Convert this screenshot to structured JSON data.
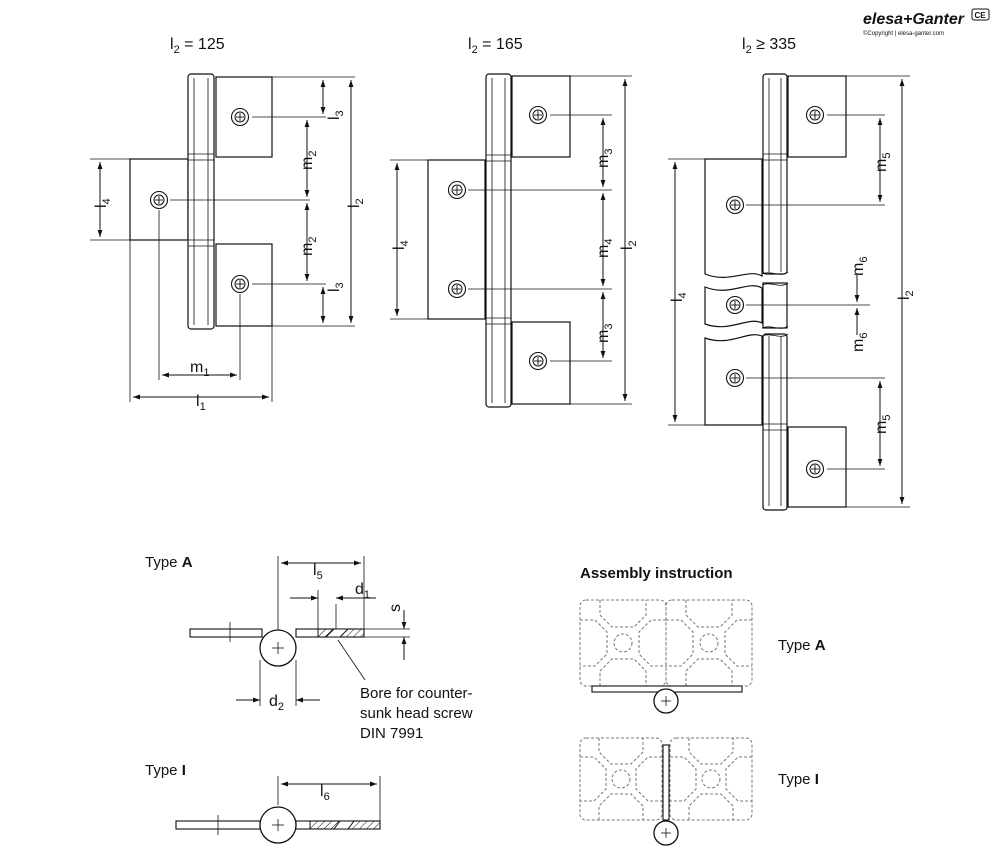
{
  "brand": {
    "name": "elesa+Ganter",
    "copyright": "©Copyright | elesa-ganter.com",
    "mark": "CE"
  },
  "views": {
    "v1_title": {
      "sym": "l",
      "sub": "2",
      "rest": " = 125"
    },
    "v2_title": {
      "sym": "l",
      "sub": "2",
      "rest": " = 165"
    },
    "v3_title": {
      "sym": "l",
      "sub": "2",
      "rest": " ≥ 335"
    }
  },
  "dims": {
    "l1": {
      "sym": "l",
      "sub": "1"
    },
    "l2": {
      "sym": "l",
      "sub": "2"
    },
    "l3": {
      "sym": "l",
      "sub": "3"
    },
    "l4": {
      "sym": "l",
      "sub": "4"
    },
    "l5": {
      "sym": "l",
      "sub": "5"
    },
    "l6": {
      "sym": "l",
      "sub": "6"
    },
    "m1": {
      "sym": "m",
      "sub": "1"
    },
    "m2": {
      "sym": "m",
      "sub": "2"
    },
    "m3": {
      "sym": "m",
      "sub": "3"
    },
    "m4": {
      "sym": "m",
      "sub": "4"
    },
    "m5": {
      "sym": "m",
      "sub": "5"
    },
    "m6": {
      "sym": "m",
      "sub": "6"
    },
    "d1": {
      "sym": "d",
      "sub": "1"
    },
    "d2": {
      "sym": "d",
      "sub": "2"
    },
    "s": "s"
  },
  "section": {
    "typeA_prefix": "Type ",
    "typeA_bold": "A",
    "typeI_prefix": "Type ",
    "typeI_bold": "I",
    "bore_note": [
      "Bore for counter-",
      "sunk head screw",
      "DIN 7991"
    ]
  },
  "assembly": {
    "heading": "Assembly instruction",
    "typeA_prefix": "Type ",
    "typeA_bold": "A",
    "typeI_prefix": "Type ",
    "typeI_bold": "I"
  }
}
